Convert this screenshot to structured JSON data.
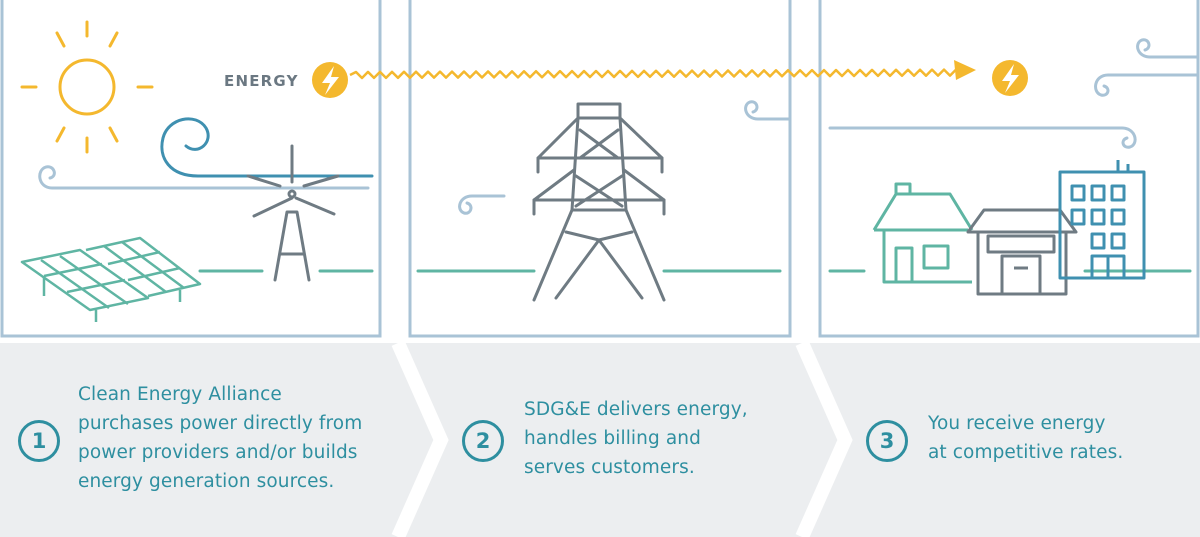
{
  "energy_label": "ENERGY",
  "colors": {
    "frame": "#a9c3d6",
    "caption_bg": "#eceef0",
    "accent_yellow": "#f4b82e",
    "teal_text": "#2e8fa0",
    "gray_line": "#6f7b83",
    "green_line": "#5fb5a3",
    "blue_line": "#3f90b0"
  },
  "icons": [
    "sun-icon",
    "lightning-bolt-icon",
    "wind-swirl-icon",
    "solar-panel-icon",
    "wind-turbine-icon",
    "transmission-tower-icon",
    "house-icon",
    "business-icon",
    "office-building-icon"
  ],
  "steps": [
    {
      "number": "1",
      "text": "Clean Energy Alliance\npurchases power directly from\npower providers and/or builds\nenergy generation sources."
    },
    {
      "number": "2",
      "text": "SDG&E delivers energy,\nhandles billing and\nserves customers."
    },
    {
      "number": "3",
      "text": "You receive energy\nat competitive rates."
    }
  ]
}
